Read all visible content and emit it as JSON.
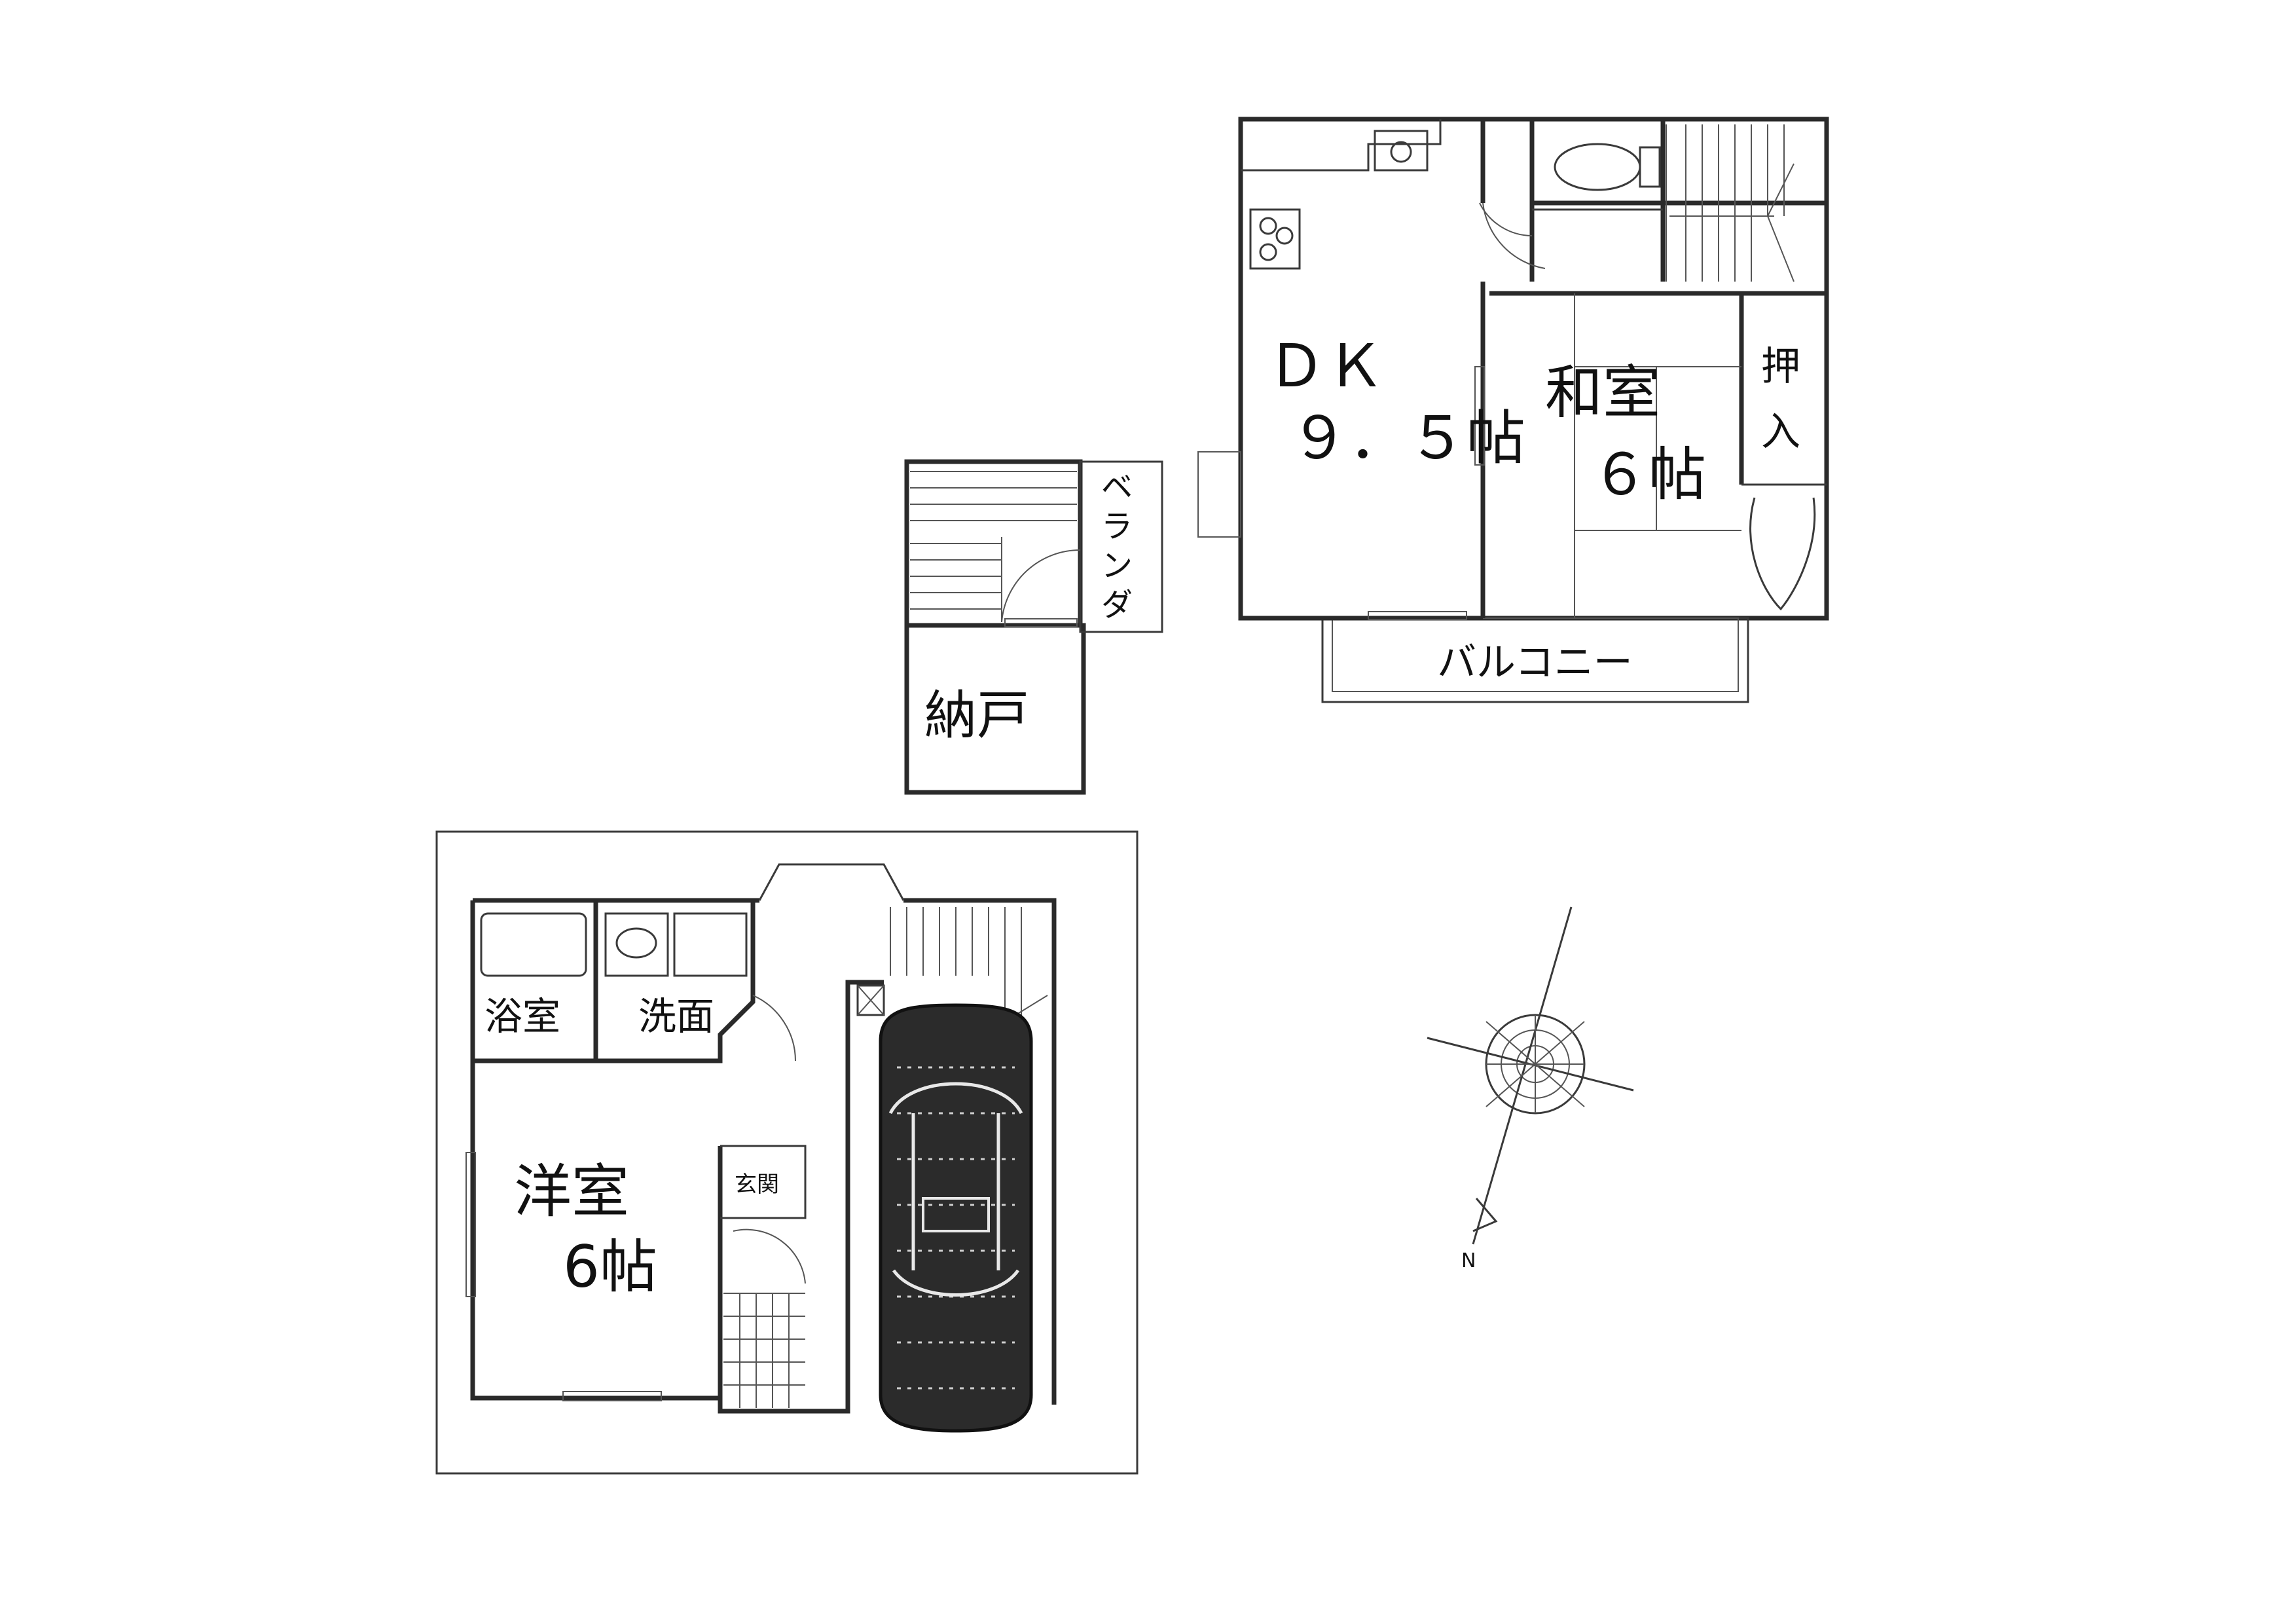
{
  "rooms": {
    "dk": {
      "name": "ＤＫ",
      "size": "９．５帖"
    },
    "washitsu": {
      "name": "和室",
      "size": "６帖"
    },
    "oshiire_1": "押",
    "oshiire_2": "入",
    "balcony": "バルコニー",
    "veranda": [
      "ベ",
      "ラ",
      "ン",
      "ダ"
    ],
    "nando": "納戸",
    "bath": "浴室",
    "washroom": "洗面",
    "youshitsu": {
      "name": "洋室",
      "size": "6帖"
    },
    "entrance": "玄関"
  },
  "compass": {
    "north_label": "N"
  }
}
